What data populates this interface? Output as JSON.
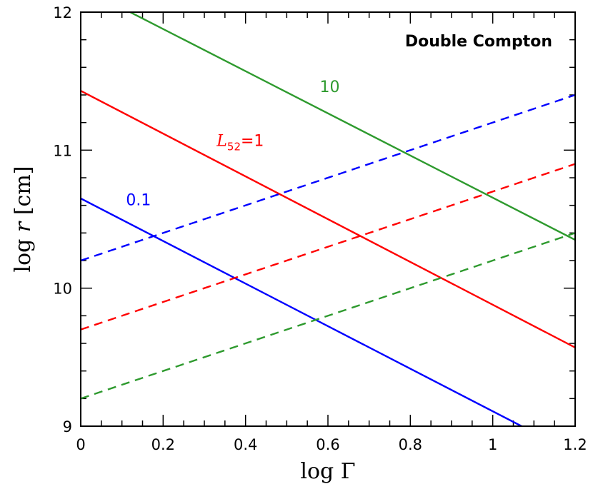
{
  "chart_data": {
    "type": "line",
    "title": "Double Compton",
    "xlabel": "log  Γ",
    "ylabel_parts": {
      "prefix": "log ",
      "var": "r",
      "suffix": "  [cm]"
    },
    "xlim": [
      0,
      1.2
    ],
    "ylim": [
      9,
      12
    ],
    "xticks": [
      0,
      0.2,
      0.4,
      0.6,
      0.8,
      1,
      1.2
    ],
    "yticks": [
      9,
      10,
      11,
      12
    ],
    "grid": false,
    "series": [
      {
        "key": "solid-0.1",
        "color": "#0000ff",
        "dash": false,
        "x": [
          0,
          1.07
        ],
        "y": [
          10.65,
          9.0
        ]
      },
      {
        "key": "solid-1",
        "color": "#ff0000",
        "dash": false,
        "x": [
          0,
          1.2
        ],
        "y": [
          11.43,
          9.57
        ]
      },
      {
        "key": "solid-10",
        "color": "#2e9a2e",
        "dash": false,
        "x": [
          0.12,
          1.2
        ],
        "y": [
          12.0,
          10.35
        ]
      },
      {
        "key": "dashed-0.1",
        "color": "#0000ff",
        "dash": true,
        "x": [
          0,
          1.2
        ],
        "y": [
          10.2,
          11.4
        ]
      },
      {
        "key": "dashed-1",
        "color": "#ff0000",
        "dash": true,
        "x": [
          0,
          1.2
        ],
        "y": [
          9.7,
          10.9
        ]
      },
      {
        "key": "dashed-10",
        "color": "#2e9a2e",
        "dash": true,
        "x": [
          0,
          1.2
        ],
        "y": [
          9.2,
          10.4
        ]
      }
    ],
    "annotations": [
      {
        "key": "label-0.1",
        "text": "0.1",
        "color": "#0000ff",
        "x": 0.11,
        "y": 10.6
      },
      {
        "key": "label-1",
        "prefix": "L",
        "sub": "52",
        "suffix": "=1",
        "color": "#ff0000",
        "x": 0.33,
        "y": 11.03
      },
      {
        "key": "label-10",
        "text": "10",
        "color": "#2e9a2e",
        "x": 0.58,
        "y": 11.42
      }
    ]
  }
}
